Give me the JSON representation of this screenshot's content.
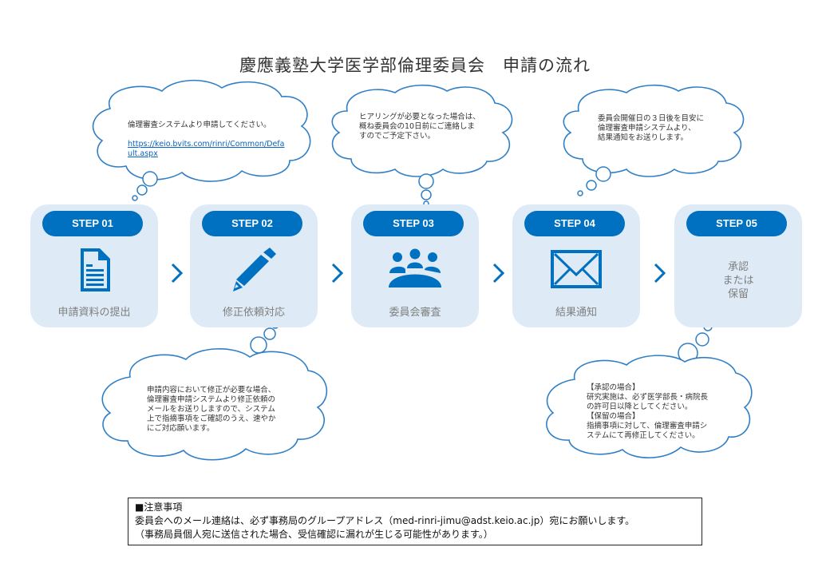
{
  "title": "慶應義塾大学医学部倫理委員会　申請の流れ",
  "colors": {
    "accent": "#0070c0",
    "card_bg": "#deebf7",
    "label": "#7f7f7f"
  },
  "steps": [
    {
      "badge": "STEP 01",
      "label": "申請資料の提出",
      "icon": "document-icon"
    },
    {
      "badge": "STEP 02",
      "label": "修正依頼対応",
      "icon": "pencil-icon"
    },
    {
      "badge": "STEP 03",
      "label": "委員会審査",
      "icon": "meeting-icon"
    },
    {
      "badge": "STEP 04",
      "label": "結果通知",
      "icon": "envelope-icon"
    },
    {
      "badge": "STEP 05",
      "label": "承認\nまたは\n保留",
      "icon": ""
    }
  ],
  "clouds": {
    "step01": {
      "text": "倫理審査システムより申請してください。",
      "link": "https://keio.bvits.com/rinri/Common/Defa\nult.aspx"
    },
    "step02": {
      "text": "申請内容において修正が必要な場合、\n倫理審査申請システムより修正依頼の\nメールをお送りしますので、システム\n上で指摘事項をご確認のうえ、速やか\nにご対応願います。"
    },
    "step03": {
      "text": "ヒアリングが必要となった場合は、\n概ね委員会の10日前にご連絡しま\nすのでご予定下さい。"
    },
    "step04": {
      "text": "委員会開催日の３日後を目安に\n倫理審査申請システムより、\n結果通知をお送りします。"
    },
    "step05": {
      "text": "【承認の場合】\n研究実施は、必ず医学部長・病院長\nの許可日以降としてください。\n【保留の場合】\n指摘事項に対して、倫理審査申請シ\nステムにて再修正してください。"
    }
  },
  "notice": {
    "heading": "■注意事項",
    "line1": "委員会へのメール連絡は、必ず事務局のグループアドレス（med-rinri-jimu@adst.keio.ac.jp）宛にお願いします。",
    "line2": "（事務局員個人宛に送信された場合、受信確認に漏れが生じる可能性があります。）"
  }
}
